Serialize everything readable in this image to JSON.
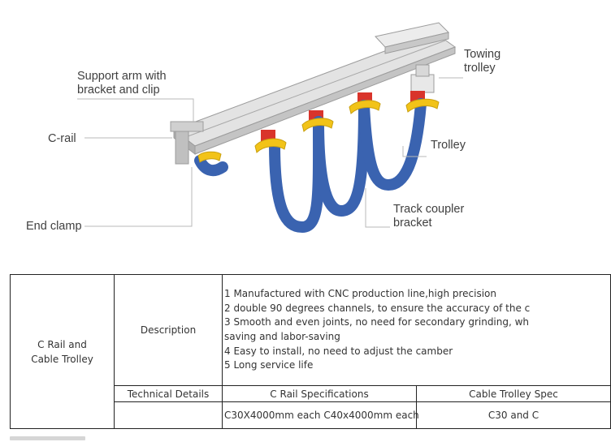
{
  "diagram": {
    "labels": {
      "support_arm": [
        "Support arm with",
        "bracket and clip"
      ],
      "towing_trolley": [
        "Towing",
        "trolley"
      ],
      "c_rail": "C-rail",
      "trolley": "Trolley",
      "track_coupler": [
        "Track coupler",
        "bracket"
      ],
      "end_clamp": "End clamp"
    },
    "colors": {
      "rail": "#d9d9d9",
      "cable": "#3a63b0",
      "clamp_yellow": "#f2c318",
      "trolley_red": "#d9342b"
    }
  },
  "table": {
    "product_name": [
      "C Rail and",
      "Cable Trolley"
    ],
    "description_label": "Description",
    "features": [
      "1 Manufactured with CNC production line,high precision",
      "2 double 90 degrees channels, to ensure the accuracy of the c",
      "3 Smooth and even joints, no need for secondary grinding, wh",
      "saving and labor-saving",
      "4 Easy to install, no need to adjust the camber",
      "5 Long service life"
    ],
    "technical_details_label": "Technical Details",
    "c_rail_spec_header": "C Rail Specifications",
    "cable_trolley_spec_header": "Cable Trolley Spec",
    "c_rail_spec_value": "C30X4000mm each C40x4000mm each",
    "cable_trolley_spec_value": "C30 and C"
  }
}
